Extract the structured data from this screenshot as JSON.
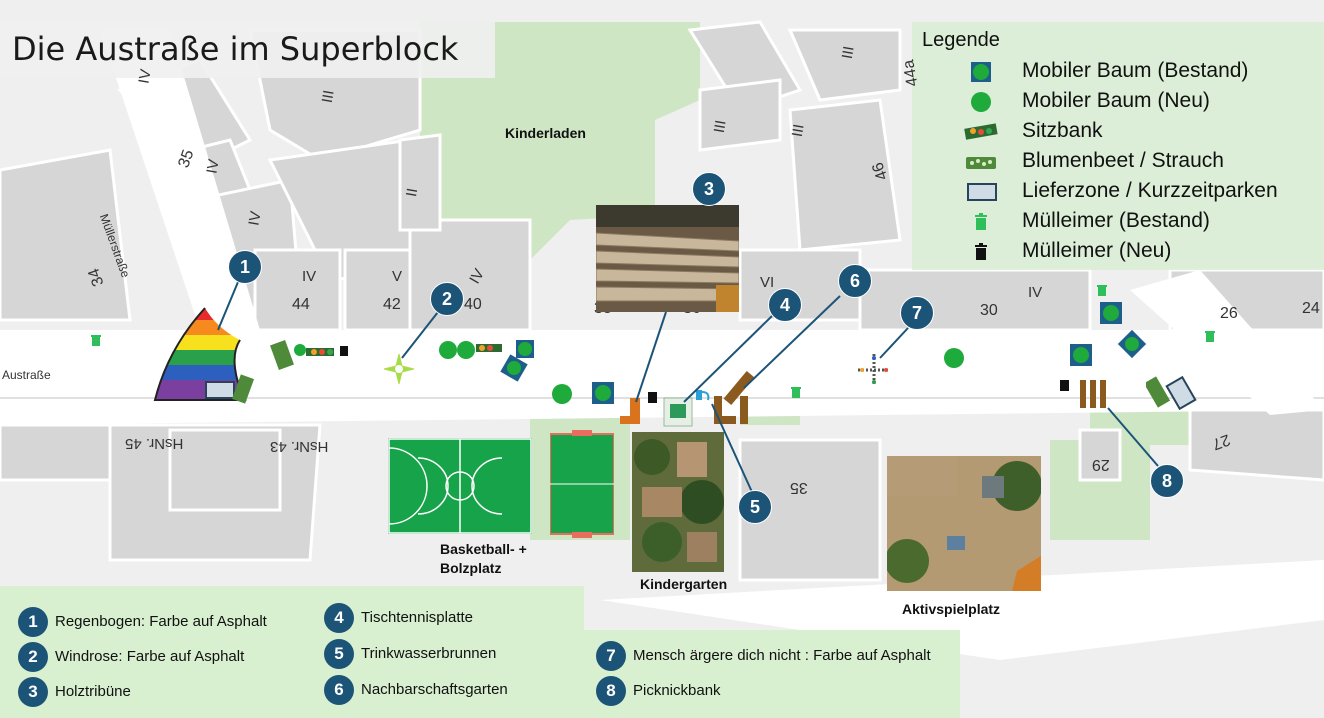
{
  "title": "Die Austraße im Superblock",
  "legend": {
    "title": "Legende",
    "items": [
      {
        "symbol": "square-tree-icon",
        "label": "Mobiler Baum (Bestand)"
      },
      {
        "symbol": "round-tree-icon",
        "label": "Mobiler Baum (Neu)"
      },
      {
        "symbol": "bench-icon",
        "label": "Sitzbank"
      },
      {
        "symbol": "flowerbed-icon",
        "label": "Blumenbeet / Strauch"
      },
      {
        "symbol": "delivery-zone-icon",
        "label": "Lieferzone / Kurzzeitparken"
      },
      {
        "symbol": "trash-green-icon",
        "label": "Mülleimer (Bestand)"
      },
      {
        "symbol": "trash-black-icon",
        "label": "Mülleimer (Neu)"
      }
    ]
  },
  "places": {
    "kinderladen": "Kinderladen",
    "basketball_line1": "Basketball- +",
    "basketball_line2": "Bolzplatz",
    "kindergarten": "Kindergarten",
    "aktivspielplatz": "Aktivspielplatz"
  },
  "streets": {
    "austrasse": "Austraße",
    "muellerstrasse": "Müllerstraße"
  },
  "house_labels": {
    "h44": "44",
    "h42": "42",
    "h40": "40",
    "h38": "38",
    "h36": "36",
    "h30": "30",
    "h26": "26",
    "h24": "24",
    "h34": "34",
    "h35": "35",
    "h35b": "35",
    "h29": "29",
    "h27": "27",
    "h46": "46",
    "h44a": "44a",
    "hsnr45": "HsNr. 45",
    "hsnr43": "HsNr. 43",
    "IV": "IV",
    "III": "III",
    "II": "II",
    "V": "V",
    "VI": "VI"
  },
  "markers": [
    "1",
    "2",
    "3",
    "4",
    "5",
    "6",
    "7",
    "8"
  ],
  "notes": [
    {
      "num": "1",
      "text": "Regenbogen: Farbe auf Asphalt"
    },
    {
      "num": "2",
      "text": "Windrose: Farbe auf Asphalt"
    },
    {
      "num": "3",
      "text": "Holztribüne"
    },
    {
      "num": "4",
      "text": "Tischtennisplatte"
    },
    {
      "num": "5",
      "text": "Trinkwasserbrunnen"
    },
    {
      "num": "6",
      "text": "Nachbarschaftsgarten"
    },
    {
      "num": "7",
      "text": "Mensch ärgere dich nicht : Farbe auf Asphalt"
    },
    {
      "num": "8",
      "text": "Picknickbank"
    }
  ],
  "colors": {
    "marker": "#1c5478",
    "tree_existing": "#1f7a5a",
    "tree_new": "#1faa3c",
    "court": "#17a34a",
    "note_bg": "#d8efd0"
  }
}
